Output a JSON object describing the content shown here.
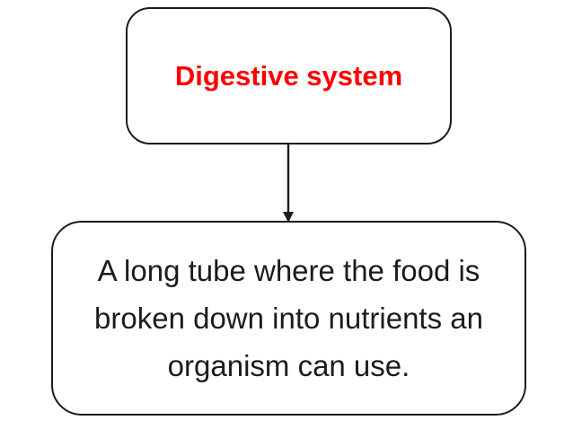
{
  "page": {
    "background_color": "#ffffff"
  },
  "diagram": {
    "border_color": "#1c1c1c",
    "title_node": {
      "label": "Digestive system",
      "text_color": "#ff0000",
      "fill_color": "#ffffff"
    },
    "connector": {
      "type": "arrow",
      "direction": "down",
      "color": "#1c1c1c"
    },
    "description_node": {
      "lines": [
        "A long tube where the food is",
        "broken down into nutrients an",
        "organism can use."
      ],
      "text_color": "#1c1c1c",
      "fill_color": "#ffffff"
    }
  }
}
